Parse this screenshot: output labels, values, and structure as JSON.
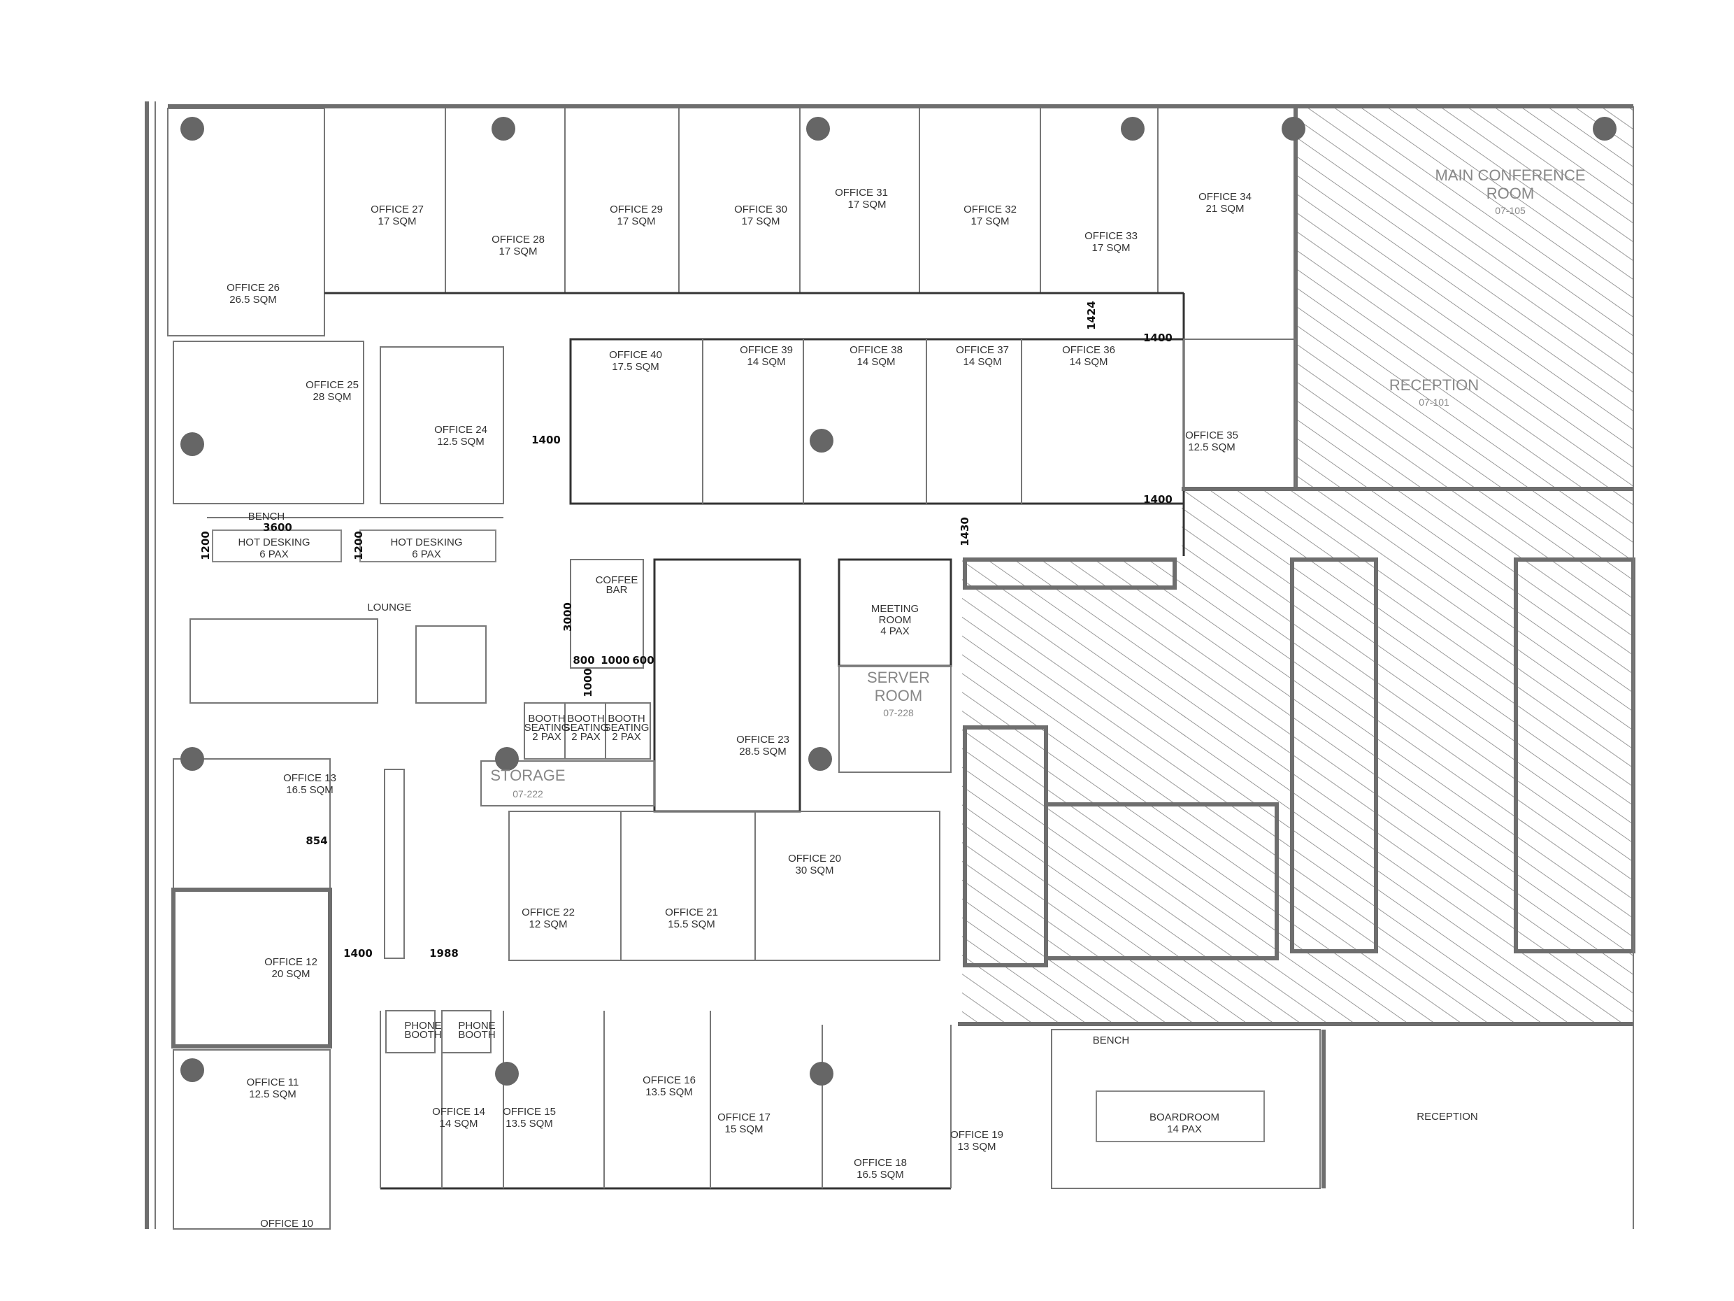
{
  "rooms": {
    "office26": {
      "name": "OFFICE 26",
      "area": "26.5 SQM"
    },
    "office27": {
      "name": "OFFICE 27",
      "area": "17 SQM"
    },
    "office28": {
      "name": "OFFICE 28",
      "area": "17 SQM"
    },
    "office29": {
      "name": "OFFICE 29",
      "area": "17 SQM"
    },
    "office30": {
      "name": "OFFICE 30",
      "area": "17 SQM"
    },
    "office31": {
      "name": "OFFICE 31",
      "area": "17 SQM"
    },
    "office32": {
      "name": "OFFICE 32",
      "area": "17 SQM"
    },
    "office33": {
      "name": "OFFICE 33",
      "area": "17 SQM"
    },
    "office34": {
      "name": "OFFICE 34",
      "area": "21 SQM"
    },
    "office25": {
      "name": "OFFICE 25",
      "area": "28 SQM"
    },
    "office24": {
      "name": "OFFICE 24",
      "area": "12.5 SQM"
    },
    "office40": {
      "name": "OFFICE 40",
      "area": "17.5 SQM"
    },
    "office39": {
      "name": "OFFICE 39",
      "area": "14 SQM"
    },
    "office38": {
      "name": "OFFICE 38",
      "area": "14 SQM"
    },
    "office37": {
      "name": "OFFICE 37",
      "area": "14 SQM"
    },
    "office36": {
      "name": "OFFICE 36",
      "area": "14 SQM"
    },
    "office35": {
      "name": "OFFICE 35",
      "area": "12.5 SQM"
    },
    "office23": {
      "name": "OFFICE 23",
      "area": "28.5 SQM"
    },
    "office13": {
      "name": "OFFICE 13",
      "area": "16.5 SQM"
    },
    "office20": {
      "name": "OFFICE 20",
      "area": "30 SQM"
    },
    "office22": {
      "name": "OFFICE 22",
      "area": "12 SQM"
    },
    "office21": {
      "name": "OFFICE 21",
      "area": "15.5 SQM"
    },
    "office12": {
      "name": "OFFICE 12",
      "area": "20 SQM"
    },
    "office11": {
      "name": "OFFICE 11",
      "area": "12.5 SQM"
    },
    "office14": {
      "name": "OFFICE 14",
      "area": "14 SQM"
    },
    "office15": {
      "name": "OFFICE 15",
      "area": "13.5 SQM"
    },
    "office16": {
      "name": "OFFICE 16",
      "area": "13.5 SQM"
    },
    "office17": {
      "name": "OFFICE 17",
      "area": "15  SQM"
    },
    "office18": {
      "name": "OFFICE 18",
      "area": "16.5 SQM"
    },
    "office19": {
      "name": "OFFICE 19",
      "area": "13 SQM"
    },
    "office10": {
      "name": "OFFICE 10"
    }
  },
  "main_conference": {
    "line1": "MAIN CONFERENCE",
    "line2": "ROOM",
    "code": "07-105"
  },
  "reception_top": {
    "name": "RECEPTION",
    "code": "07-101"
  },
  "server_room": {
    "line1": "SERVER",
    "line2": "ROOM",
    "code": "07-228"
  },
  "storage": {
    "name": "STORAGE",
    "code": "07-222"
  },
  "meeting_room": {
    "line1": "MEETING",
    "line2": "ROOM",
    "line3": "4 PAX"
  },
  "hot_desking": [
    {
      "name": "HOT DESKING",
      "pax": "6 PAX"
    },
    {
      "name": "HOT DESKING",
      "pax": "6 PAX"
    }
  ],
  "bench_top": "BENCH",
  "bench_bottom": "BENCH",
  "lounge": "LOUNGE",
  "coffee_bar": {
    "line1": "COFFEE",
    "line2": "BAR"
  },
  "booths": [
    {
      "l1": "BOOTH",
      "l2": "SEATING",
      "l3": "2 PAX"
    },
    {
      "l1": "BOOTH",
      "l2": "SEATING",
      "l3": "2 PAX"
    },
    {
      "l1": "BOOTH",
      "l2": "SEATING",
      "l3": "2 PAX"
    }
  ],
  "phone_booths": [
    {
      "l1": "PHONE",
      "l2": "BOOTH"
    },
    {
      "l1": "PHONE",
      "l2": "BOOTH"
    }
  ],
  "boardroom": {
    "name": "BOARDROOM",
    "pax": "14 PAX"
  },
  "reception_bottom": "RECEPTION",
  "dimensions": {
    "d1424": "1424",
    "d1400a": "1400",
    "d1400b": "1400",
    "d1400c": "1400",
    "d1430": "1430",
    "d3600": "3600",
    "d1200a": "1200",
    "d1200b": "1200",
    "d3000": "3000",
    "d800": "800",
    "d1000a": "1000",
    "d600": "600",
    "d1000b": "1000",
    "d854": "854",
    "d1400d": "1400",
    "d1988": "1988"
  },
  "colors": {
    "wall": "#6e6e6e",
    "hatch": "#9a9a9a",
    "text": "#333333"
  }
}
